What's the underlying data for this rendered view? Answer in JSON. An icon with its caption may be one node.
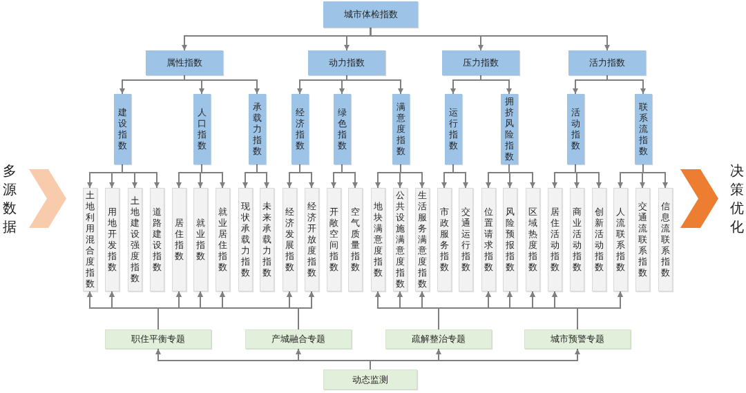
{
  "diagram": {
    "nodes": [
      {
        "text": [
          "城市体检指数"
        ]
      },
      {
        "text": [
          "属性指数"
        ]
      },
      {
        "text": [
          "动力指数"
        ]
      },
      {
        "text": [
          "压力指数"
        ]
      },
      {
        "text": [
          "活力指数"
        ]
      },
      {
        "text": [
          "建设指数"
        ]
      },
      {
        "text": [
          "人口指数"
        ]
      },
      {
        "text": [
          "承载力指数"
        ]
      },
      {
        "text": [
          "经济指数"
        ]
      },
      {
        "text": [
          "绿色指数"
        ]
      },
      {
        "text": [
          "满意度指数"
        ]
      },
      {
        "text": [
          "运行指数"
        ]
      },
      {
        "text": [
          "拥挤风险指数"
        ]
      },
      {
        "text": [
          "活动指数"
        ]
      },
      {
        "text": [
          "联系流指数"
        ]
      },
      {
        "text": [
          "土地利用混合度指数"
        ]
      },
      {
        "text": [
          "用地开发指数"
        ]
      },
      {
        "text": [
          "土地建设强度指数"
        ]
      },
      {
        "text": [
          "道路建设指数"
        ]
      },
      {
        "text": [
          "居住指数"
        ]
      },
      {
        "text": [
          "就业指数"
        ]
      },
      {
        "text": [
          "就业居住指数"
        ]
      },
      {
        "text": [
          "现状承载力指数"
        ]
      },
      {
        "text": [
          "未来承载力指数"
        ]
      },
      {
        "text": [
          "经济发展指数"
        ]
      },
      {
        "text": [
          "经济开放度指数"
        ]
      },
      {
        "text": [
          "开敞空间指数"
        ]
      },
      {
        "text": [
          "空气质量指数"
        ]
      },
      {
        "text": [
          "地块满意度指数"
        ]
      },
      {
        "text": [
          "公共设施满意度指数"
        ]
      },
      {
        "text": [
          "生活服务满意度指数"
        ]
      },
      {
        "text": [
          "市政服务指数"
        ]
      },
      {
        "text": [
          "交通运行指数"
        ]
      },
      {
        "text": [
          "位置请求指数"
        ]
      },
      {
        "text": [
          "风险预报指数"
        ]
      },
      {
        "text": [
          "区域热度指数"
        ]
      },
      {
        "text": [
          "居住活动指数"
        ]
      },
      {
        "text": [
          "商业活动指数"
        ]
      },
      {
        "text": [
          "创新活动指数"
        ]
      },
      {
        "text": [
          "人流联系指数"
        ]
      },
      {
        "text": [
          "交通流联系指数"
        ]
      },
      {
        "text": [
          "信息流联系指数"
        ]
      },
      {
        "text": [
          "职住平衡专题"
        ]
      },
      {
        "text": [
          "产城融合专题"
        ]
      },
      {
        "text": [
          "疏解整治专题"
        ]
      },
      {
        "text": [
          "城市预警专题"
        ]
      },
      {
        "text": [
          "动态监测"
        ]
      }
    ],
    "edges": [
      {
        "from": 0,
        "to": 1,
        "arrow": "to"
      },
      {
        "from": 0,
        "to": 2,
        "arrow": "to"
      },
      {
        "from": 0,
        "to": 3,
        "arrow": "to"
      },
      {
        "from": 0,
        "to": 4,
        "arrow": "to"
      },
      {
        "from": 1,
        "to": 5,
        "arrow": "to"
      },
      {
        "from": 1,
        "to": 6,
        "arrow": "to"
      },
      {
        "from": 1,
        "to": 7,
        "arrow": "to"
      },
      {
        "from": 2,
        "to": 8,
        "arrow": "to"
      },
      {
        "from": 2,
        "to": 9,
        "arrow": "to"
      },
      {
        "from": 2,
        "to": 10,
        "arrow": "to"
      },
      {
        "from": 3,
        "to": 11,
        "arrow": "to"
      },
      {
        "from": 3,
        "to": 12,
        "arrow": "to"
      },
      {
        "from": 4,
        "to": 13,
        "arrow": "to"
      },
      {
        "from": 4,
        "to": 14,
        "arrow": "to"
      },
      {
        "from": 5,
        "to": 15,
        "arrow": "to"
      },
      {
        "from": 5,
        "to": 16,
        "arrow": "to"
      },
      {
        "from": 5,
        "to": 17,
        "arrow": "to"
      },
      {
        "from": 5,
        "to": 18,
        "arrow": "to"
      },
      {
        "from": 6,
        "to": 19,
        "arrow": "to"
      },
      {
        "from": 6,
        "to": 20,
        "arrow": "to"
      },
      {
        "from": 6,
        "to": 21,
        "arrow": "to"
      },
      {
        "from": 7,
        "to": 22,
        "arrow": "to"
      },
      {
        "from": 7,
        "to": 23,
        "arrow": "to"
      },
      {
        "from": 8,
        "to": 24,
        "arrow": "to"
      },
      {
        "from": 8,
        "to": 25,
        "arrow": "to"
      },
      {
        "from": 9,
        "to": 26,
        "arrow": "to"
      },
      {
        "from": 9,
        "to": 27,
        "arrow": "to"
      },
      {
        "from": 10,
        "to": 28,
        "arrow": "to"
      },
      {
        "from": 10,
        "to": 29,
        "arrow": "to"
      },
      {
        "from": 10,
        "to": 30,
        "arrow": "to"
      },
      {
        "from": 11,
        "to": 31,
        "arrow": "to"
      },
      {
        "from": 11,
        "to": 32,
        "arrow": "to"
      },
      {
        "from": 12,
        "to": 33,
        "arrow": "to"
      },
      {
        "from": 12,
        "to": 34,
        "arrow": "to"
      },
      {
        "from": 12,
        "to": 35,
        "arrow": "to"
      },
      {
        "from": 13,
        "to": 36,
        "arrow": "to"
      },
      {
        "from": 13,
        "to": 37,
        "arrow": "to"
      },
      {
        "from": 13,
        "to": 38,
        "arrow": "to"
      },
      {
        "from": 14,
        "to": 39,
        "arrow": "to"
      },
      {
        "from": 14,
        "to": 40,
        "arrow": "to"
      },
      {
        "from": 14,
        "to": 41,
        "arrow": "to"
      },
      {
        "from": 42,
        "to": 15,
        "arrow": "to"
      },
      {
        "from": 42,
        "to": 16,
        "arrow": "to"
      },
      {
        "from": 42,
        "to": 19,
        "arrow": "to"
      },
      {
        "from": 42,
        "to": 20,
        "arrow": "to"
      },
      {
        "from": 42,
        "to": 21,
        "arrow": "to"
      },
      {
        "from": 42,
        "to": 24,
        "arrow": "to"
      },
      {
        "from": 42,
        "to": 25,
        "arrow": "to"
      },
      {
        "from": 43,
        "to": 15,
        "arrow": "to"
      },
      {
        "from": 43,
        "to": 16,
        "arrow": "to"
      },
      {
        "from": 43,
        "to": 19,
        "arrow": "to"
      },
      {
        "from": 43,
        "to": 20,
        "arrow": "to"
      },
      {
        "from": 43,
        "to": 21,
        "arrow": "to"
      },
      {
        "from": 43,
        "to": 24,
        "arrow": "to"
      },
      {
        "from": 43,
        "to": 25,
        "arrow": "to"
      },
      {
        "from": 44,
        "to": 28,
        "arrow": "to"
      },
      {
        "from": 44,
        "to": 29,
        "arrow": "to"
      },
      {
        "from": 44,
        "to": 30,
        "arrow": "to"
      },
      {
        "from": 44,
        "to": 33,
        "arrow": "to"
      },
      {
        "from": 44,
        "to": 34,
        "arrow": "to"
      },
      {
        "from": 44,
        "to": 35,
        "arrow": "to"
      },
      {
        "from": 44,
        "to": 36,
        "arrow": "to"
      },
      {
        "from": 44,
        "to": 39,
        "arrow": "to"
      },
      {
        "from": 45,
        "to": 28,
        "arrow": "to"
      },
      {
        "from": 45,
        "to": 29,
        "arrow": "to"
      },
      {
        "from": 45,
        "to": 30,
        "arrow": "to"
      },
      {
        "from": 45,
        "to": 33,
        "arrow": "to"
      },
      {
        "from": 45,
        "to": 34,
        "arrow": "to"
      },
      {
        "from": 45,
        "to": 35,
        "arrow": "to"
      },
      {
        "from": 45,
        "to": 36,
        "arrow": "to"
      },
      {
        "from": 45,
        "to": 39,
        "arrow": "to"
      },
      {
        "from": 46,
        "to": 42,
        "arrow": "to"
      },
      {
        "from": 46,
        "to": 43,
        "arrow": "to"
      },
      {
        "from": 46,
        "to": 44,
        "arrow": "to"
      },
      {
        "from": 46,
        "to": 45,
        "arrow": "to"
      }
    ],
    "labels": [
      "多源数据",
      "决策优化"
    ]
  }
}
